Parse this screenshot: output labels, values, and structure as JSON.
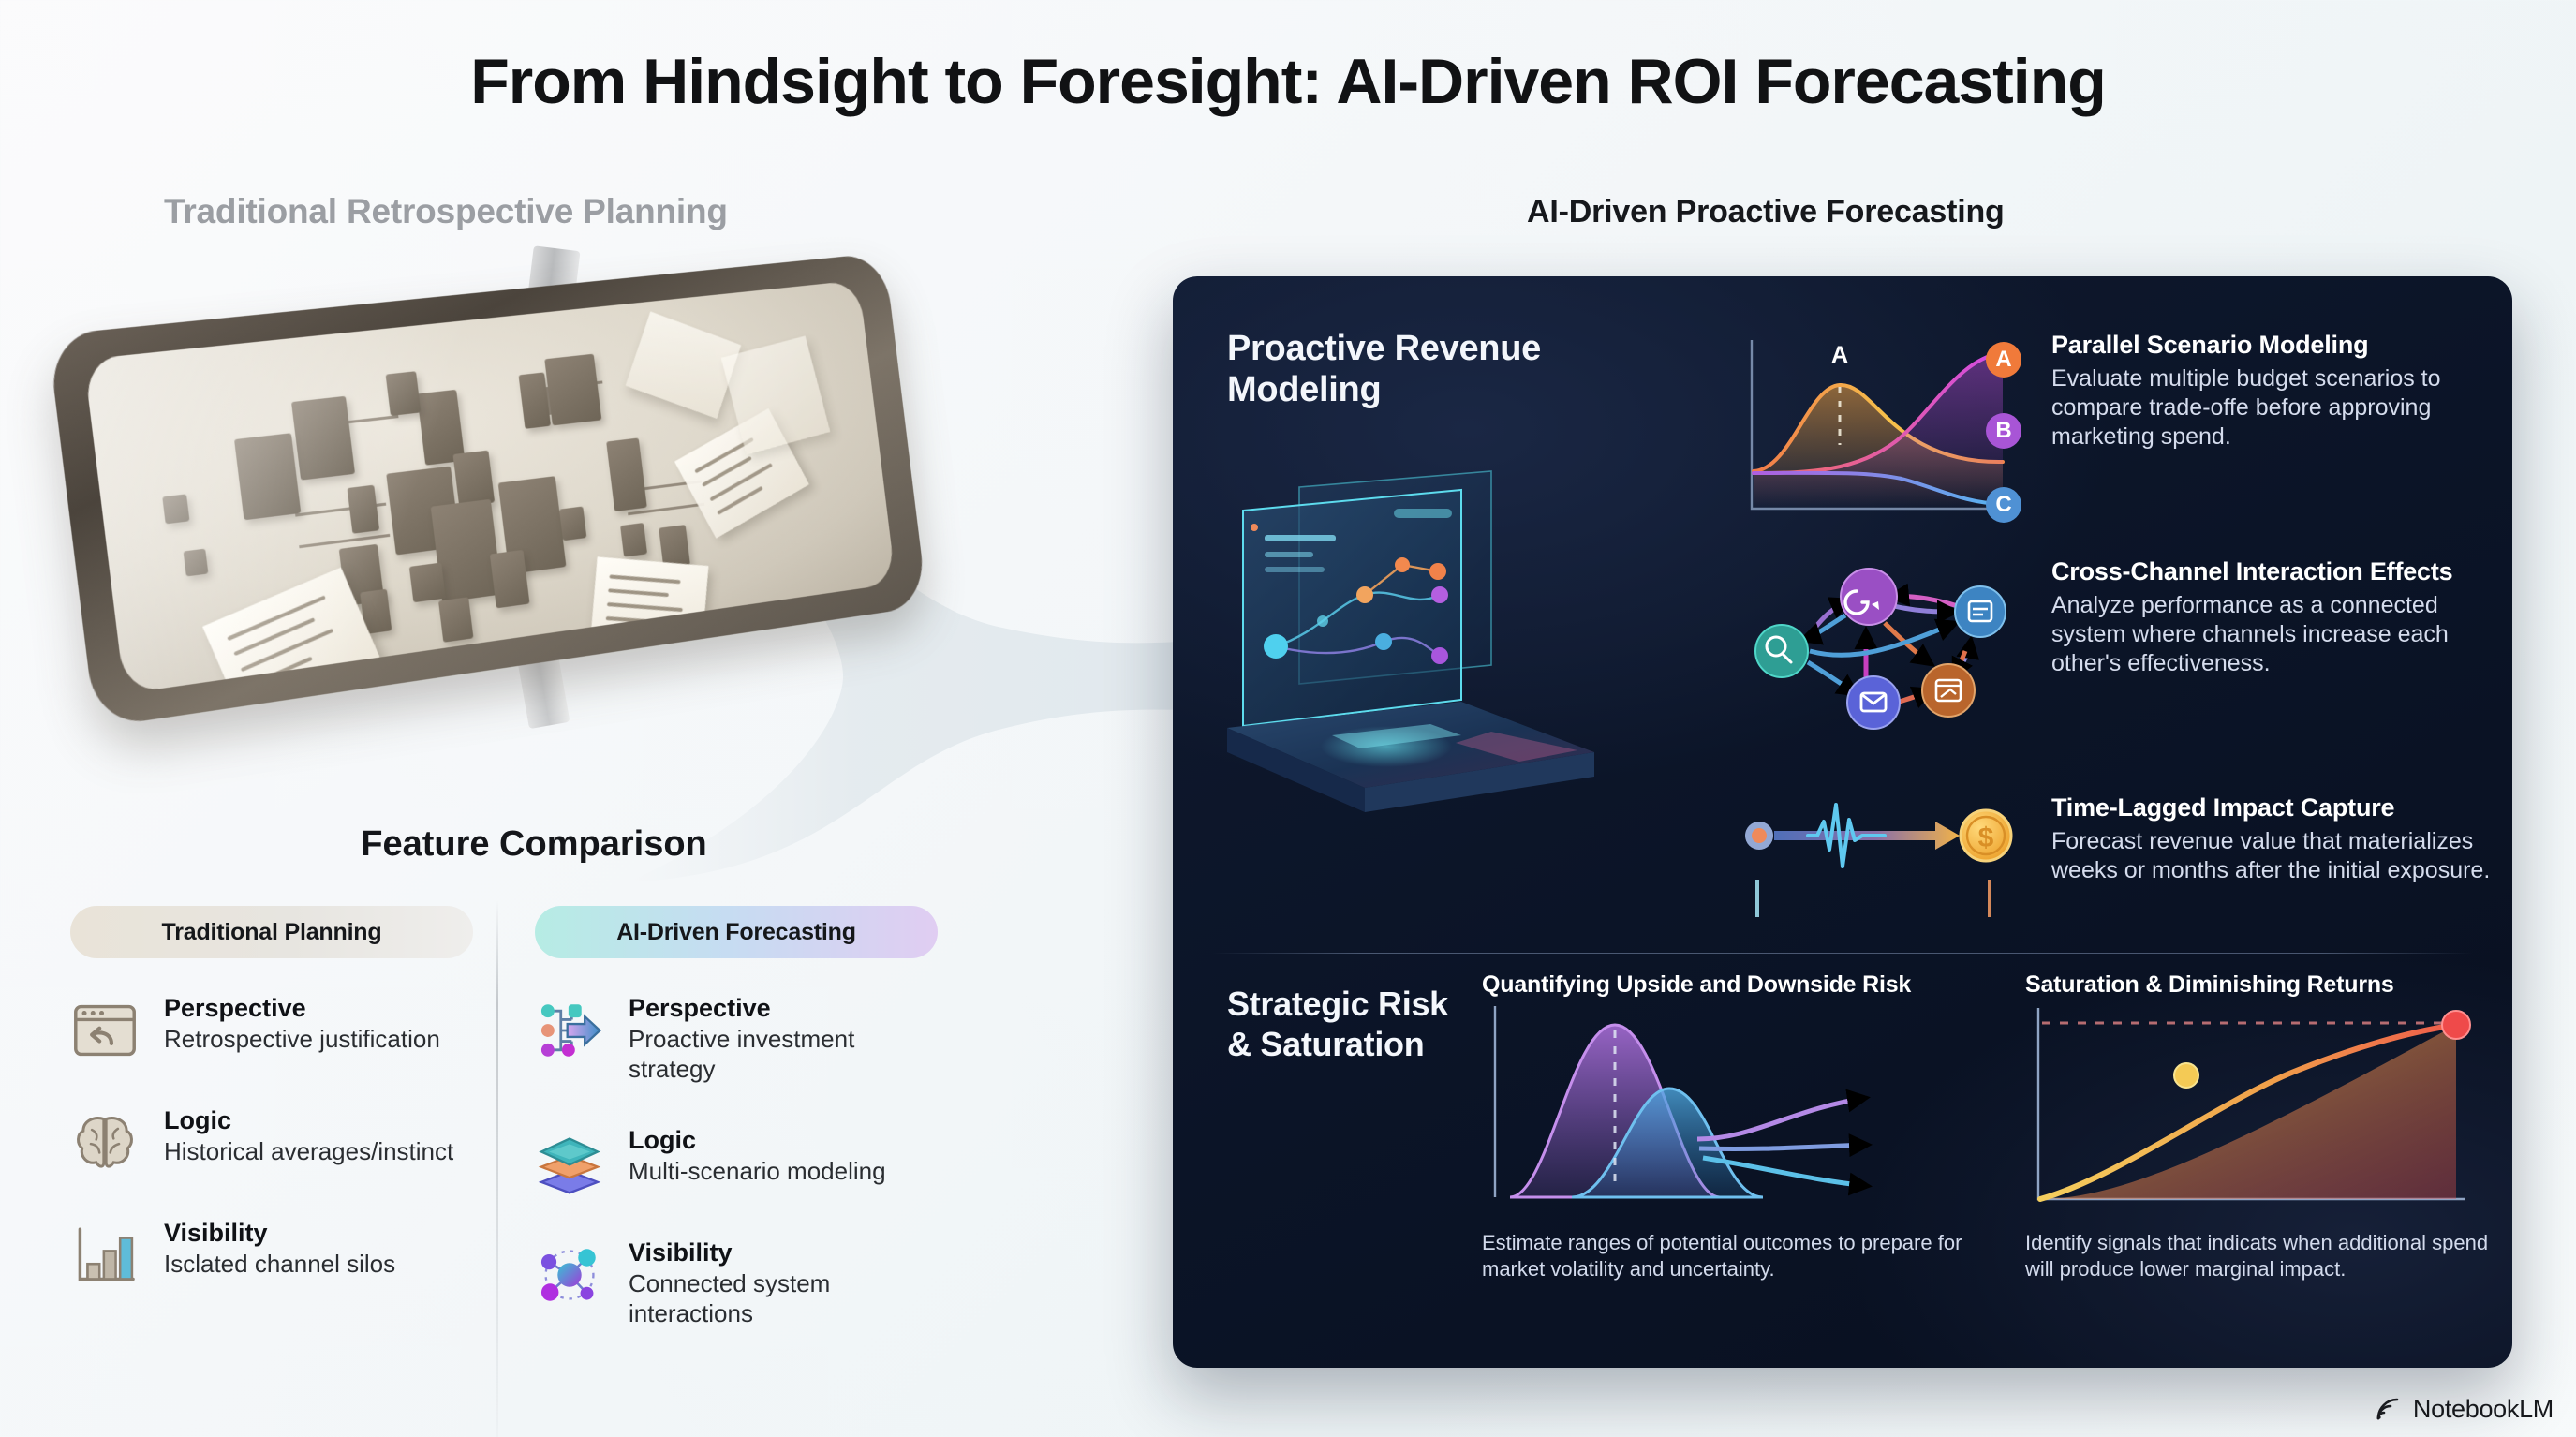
{
  "title": "From Hindsight to Foresight: AI-Driven ROI Forecasting",
  "left": {
    "subtitle": "Traditional Retrospective Planning",
    "mirror_icon": "rear-view-mirror-cluttered-documents"
  },
  "right": {
    "subtitle": "AI-Driven Proactive Forecasting"
  },
  "feature_comparison": {
    "heading": "Feature Comparison",
    "columns": [
      {
        "pill_label": "Traditional Planning",
        "rows": [
          {
            "icon": "browser-undo-icon",
            "label": "Perspective",
            "desc": "Retrospective justification"
          },
          {
            "icon": "brain-icon",
            "label": "Logic",
            "desc": "Historical averages/instinct"
          },
          {
            "icon": "bar-chart-icon",
            "label": "Visibility",
            "desc": "Isclated channel silos"
          }
        ]
      },
      {
        "pill_label": "AI-Driven Forecasting",
        "rows": [
          {
            "icon": "branching-arrow-icon",
            "label": "Perspective",
            "desc": "Proactive investment strategy"
          },
          {
            "icon": "stacked-layers-icon",
            "label": "Logic",
            "desc": "Multi-scenario modeling"
          },
          {
            "icon": "network-nodes-icon",
            "label": "Visibility",
            "desc": "Connected system interactions"
          }
        ]
      }
    ]
  },
  "dark_panel": {
    "heading": "Proactive Revenue Modeling",
    "hologram_icon": "holographic-laptop-network-graph",
    "features": [
      {
        "visual": "scenario-curves-chart",
        "title": "Parallel Scenario Modeling",
        "desc": "Evaluate multiple budget scenarios to compare trade-offe before approving marketing spend.",
        "badges": [
          "A",
          "B",
          "C"
        ],
        "badge_colors": [
          "#f07a3a",
          "#a855d6",
          "#4f91d4"
        ],
        "curve_label": "A"
      },
      {
        "visual": "cross-channel-node-graph",
        "title": "Cross-Channel Interaction Effects",
        "desc": "Analyze performance as a connected system where channels increase each other's effectiveness.",
        "nodes": [
          {
            "icon": "search-icon",
            "color": "#2e9e94"
          },
          {
            "icon": "chat-bubble-icon",
            "color": "#9a4fc4"
          },
          {
            "icon": "document-icon",
            "color": "#3d84c2"
          },
          {
            "icon": "email-icon",
            "color": "#5a63d8"
          },
          {
            "icon": "display-ad-icon",
            "color": "#b9652c"
          }
        ]
      },
      {
        "visual": "time-lag-pulse-timeline",
        "title": "Time-Lagged Impact Capture",
        "desc": "Forecast revenue value that materializes weeks or months after the initial exposure.",
        "end_icon": "dollar-coin-icon"
      }
    ],
    "strategic": {
      "heading": "Strategic Risk & Saturation",
      "cards": [
        {
          "title": "Quantifying Upside and Downside Risk",
          "caption": "Estimate ranges of potential outcomes to prepare for market volatility and uncertainty.",
          "visual": "distribution-fan-chart"
        },
        {
          "title": "Saturation & Diminishing Returns",
          "caption": "Identify signals that indicats when additional spend will produce lower marginal impact.",
          "visual": "diminishing-returns-curve"
        }
      ]
    }
  },
  "watermark": {
    "icon": "notebooklm-logo",
    "label": "NotebookLM"
  },
  "chart_data": [
    {
      "type": "line",
      "id": "parallel-scenario-modeling",
      "title": "Parallel Scenario Modeling",
      "series": [
        {
          "name": "A",
          "color": "#f4903f",
          "shape": "bell-peak-then-decline",
          "peak_x": 0.42,
          "peak_y": 0.82,
          "end_y": 0.34
        },
        {
          "name": "B",
          "color": "#c04fe0",
          "shape": "s-curve-rising",
          "end_y": 0.58
        },
        {
          "name": "C",
          "color": "#55a9e8",
          "shape": "s-curve-declining",
          "end_y": 0.06
        }
      ],
      "annotations": [
        "A"
      ],
      "grid": false,
      "legend": "right"
    },
    {
      "type": "area",
      "id": "quantifying-upside-downside-risk",
      "title": "Quantifying Upside and Downside Risk",
      "series": [
        {
          "name": "downside-band",
          "color": "#a873d8",
          "shape": "normal-distribution",
          "mean": 0.38,
          "peak_y": 0.95
        },
        {
          "name": "upside-band",
          "color": "#4fa8e0",
          "shape": "normal-distribution",
          "mean": 0.52,
          "peak_y": 0.62
        },
        {
          "name": "fan-high",
          "color": "#b489e6",
          "shape": "fan-arrow-up"
        },
        {
          "name": "fan-mid",
          "color": "#7f9ce0",
          "shape": "fan-arrow-flat"
        },
        {
          "name": "fan-low",
          "color": "#5cc0e8",
          "shape": "fan-arrow-down"
        }
      ],
      "annotations": [
        "median-dashed-line"
      ],
      "grid": false,
      "legend": "none"
    },
    {
      "type": "line",
      "id": "saturation-diminishing-returns",
      "title": "Saturation & Diminishing Returns",
      "series": [
        {
          "name": "response-curve",
          "color_start": "#f5c councils",
          "shape": "log-saturating",
          "points": [
            [
              0,
              0
            ],
            [
              0.35,
              0.62
            ],
            [
              1.0,
              0.9
            ]
          ]
        }
      ],
      "markers": [
        {
          "x": 0.35,
          "y": 0.62,
          "color": "#f3c council",
          "label": "inflection"
        },
        {
          "x": 1.0,
          "y": 0.9,
          "color": "#ef4a4a",
          "label": "saturation"
        }
      ],
      "annotations": [
        "ceiling-dashed-line"
      ],
      "grid": false,
      "legend": "none"
    }
  ]
}
